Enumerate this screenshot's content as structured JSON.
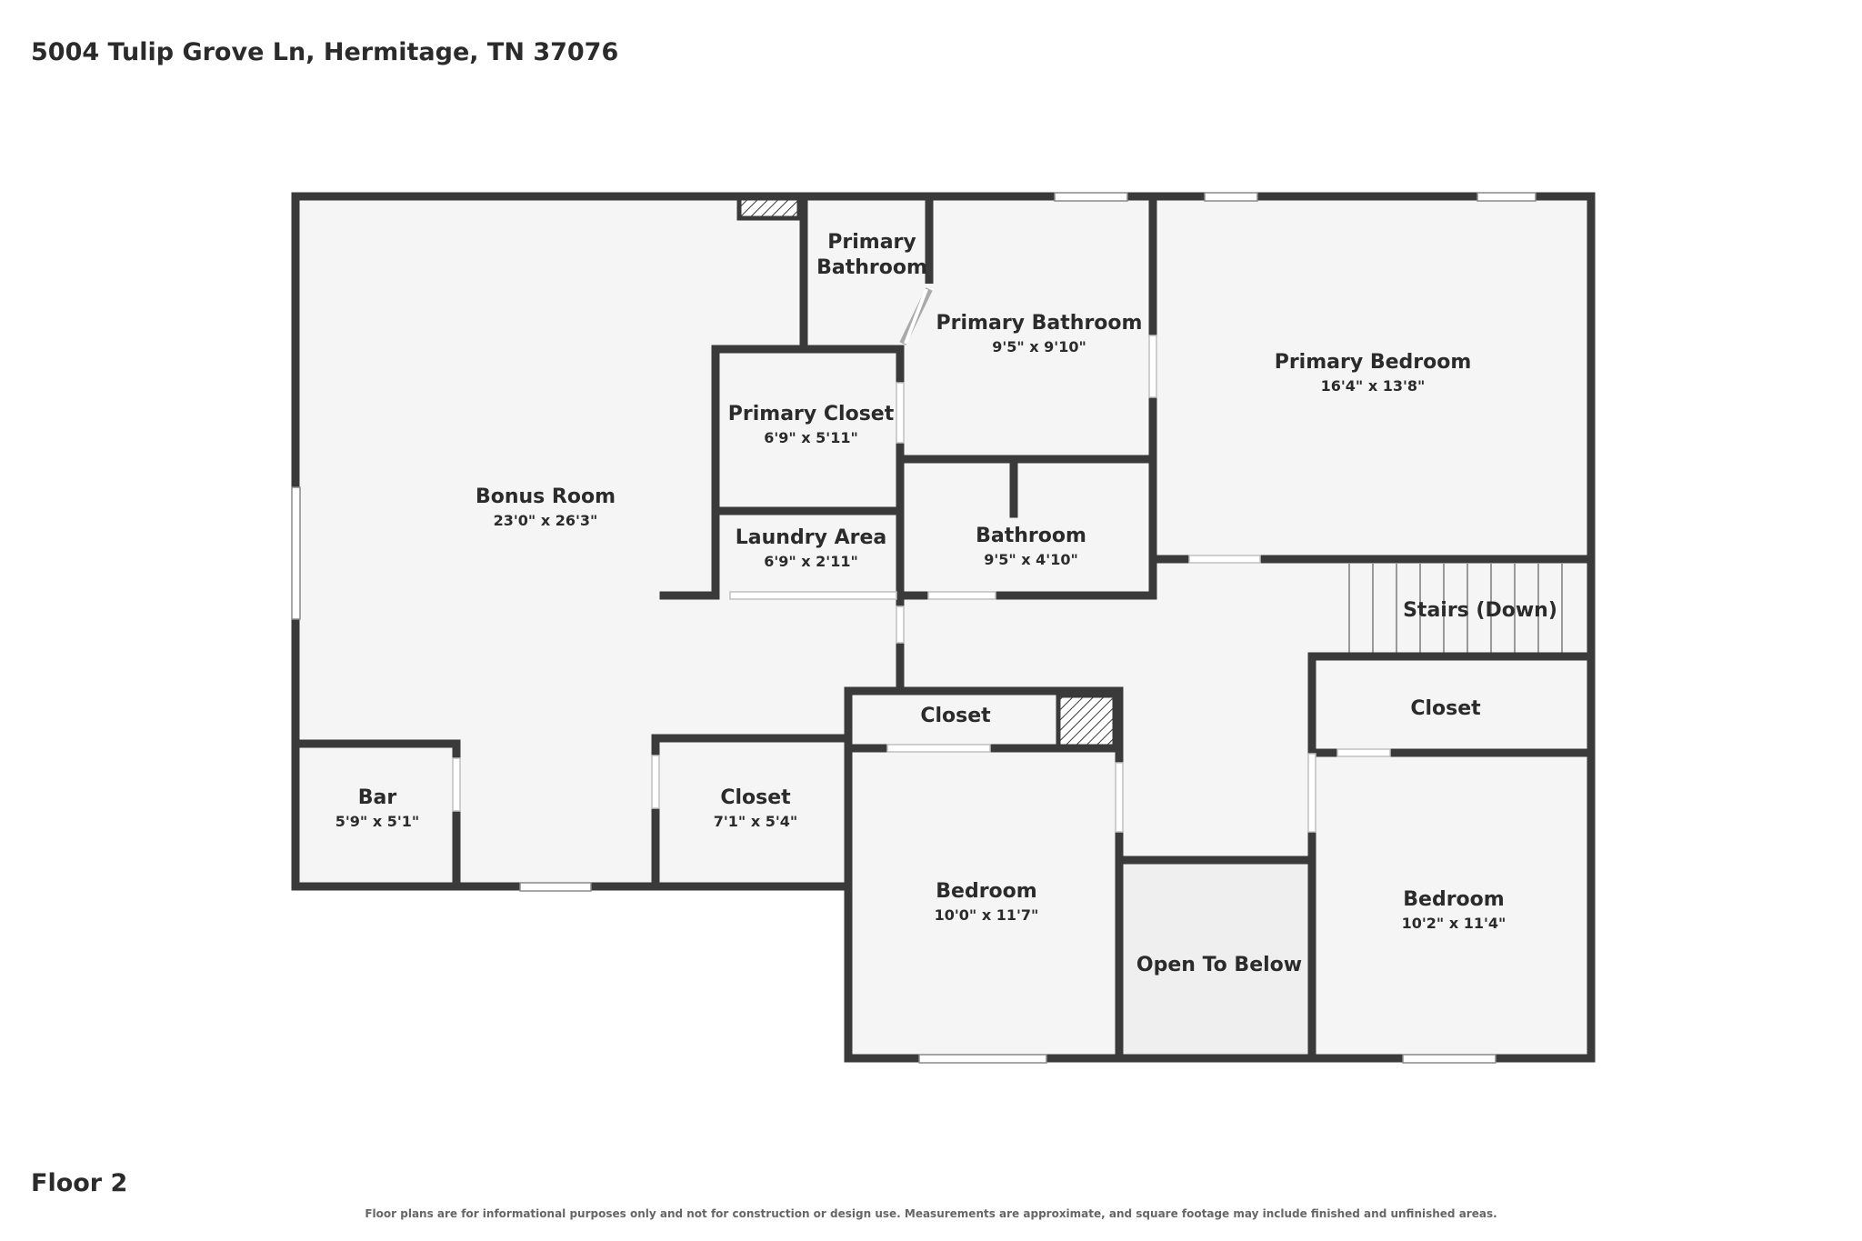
{
  "header": {
    "address": "5004 Tulip Grove Ln, Hermitage, TN 37076"
  },
  "floor": {
    "label": "Floor 2"
  },
  "footer": {
    "disclaimer": "Floor plans are for informational purposes only and not for construction or design use. Measurements are approximate, and square footage may include finished and unfinished areas."
  },
  "rooms": {
    "bonus_room": {
      "name": "Bonus Room",
      "dims": "23'0\" x 26'3\""
    },
    "primary_bathroom_small": {
      "name_line1": "Primary",
      "name_line2": "Bathroom"
    },
    "primary_bathroom": {
      "name": "Primary Bathroom",
      "dims": "9'5\" x 9'10\""
    },
    "primary_bedroom": {
      "name": "Primary Bedroom",
      "dims": "16'4\" x 13'8\""
    },
    "primary_closet": {
      "name": "Primary Closet",
      "dims": "6'9\" x 5'11\""
    },
    "laundry_area": {
      "name": "Laundry Area",
      "dims": "6'9\" x 2'11\""
    },
    "bathroom": {
      "name": "Bathroom",
      "dims": "9'5\" x 4'10\""
    },
    "stairs": {
      "name": "Stairs (Down)"
    },
    "closet_upper_middle": {
      "name": "Closet"
    },
    "closet_upper_right": {
      "name": "Closet"
    },
    "bar": {
      "name": "Bar",
      "dims": "5'9\" x 5'1\""
    },
    "closet_lower_left": {
      "name": "Closet",
      "dims": "7'1\" x 5'4\""
    },
    "bedroom_left": {
      "name": "Bedroom",
      "dims": "10'0\" x 11'7\""
    },
    "open_to_below": {
      "name": "Open To Below"
    },
    "bedroom_right": {
      "name": "Bedroom",
      "dims": "10'2\" x 11'4\""
    }
  },
  "colors": {
    "wall": "#3a3a3a",
    "floor": "#f5f5f5",
    "open_to_below": "#efefef",
    "text": "#2b2b2b"
  }
}
